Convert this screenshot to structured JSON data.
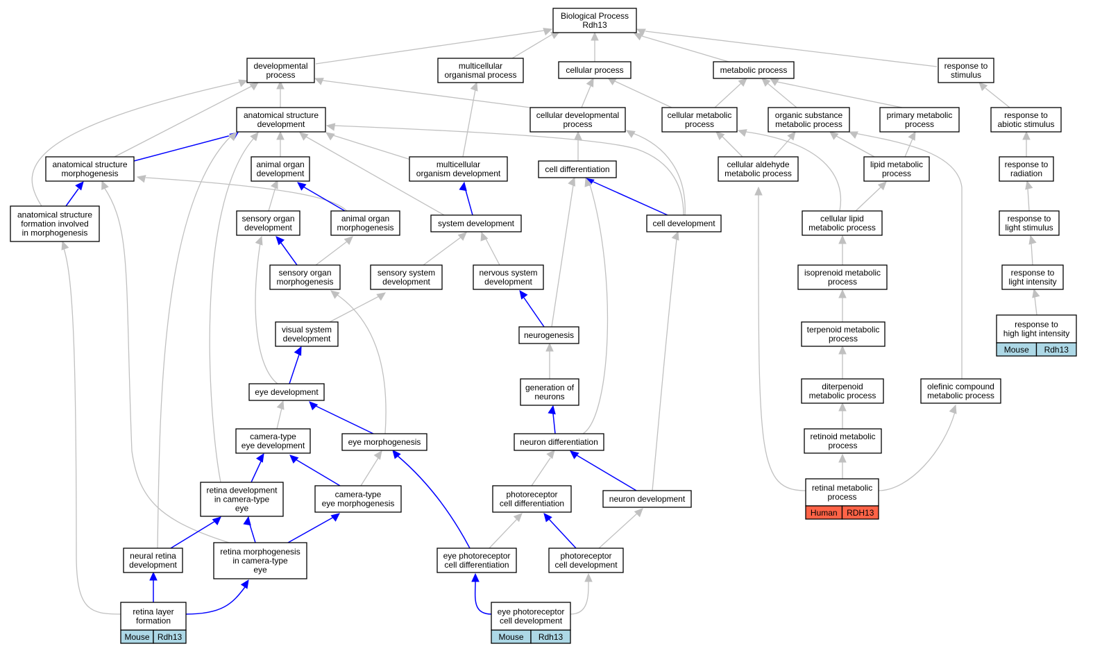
{
  "nodes": {
    "bp": [
      "Biological Process",
      "Rdh13"
    ],
    "dev_proc": [
      "developmental",
      "process"
    ],
    "multi_proc": [
      "multicellular",
      "organismal process"
    ],
    "cell_proc": [
      "cellular process"
    ],
    "metab_proc": [
      "metabolic process"
    ],
    "resp_stim": [
      "response to",
      "stimulus"
    ],
    "anat_dev": [
      "anatomical structure",
      "development"
    ],
    "cell_dev_proc": [
      "cellular developmental",
      "process"
    ],
    "cell_metab": [
      "cellular metabolic",
      "process"
    ],
    "org_sub": [
      "organic substance",
      "metabolic process"
    ],
    "prim_metab": [
      "primary metabolic",
      "process"
    ],
    "resp_abiotic": [
      "response to",
      "abiotic stimulus"
    ],
    "anat_morph": [
      "anatomical structure",
      "morphogenesis"
    ],
    "organ_dev": [
      "animal organ",
      "development"
    ],
    "multi_org_dev": [
      "multicellular",
      "organism development"
    ],
    "cell_diff": [
      "cell differentiation"
    ],
    "cell_ald": [
      "cellular aldehyde",
      "metabolic process"
    ],
    "lipid_metab": [
      "lipid metabolic",
      "process"
    ],
    "resp_rad": [
      "response to",
      "radiation"
    ],
    "anat_form": [
      "anatomical structure",
      "formation involved",
      "in morphogenesis"
    ],
    "sens_organ_dev": [
      "sensory organ",
      "development"
    ],
    "organ_morph": [
      "animal organ",
      "morphogenesis"
    ],
    "sys_dev": [
      "system development"
    ],
    "cell_development": [
      "cell development"
    ],
    "cell_lipid": [
      "cellular lipid",
      "metabolic process"
    ],
    "resp_light": [
      "response to",
      "light stimulus"
    ],
    "sens_organ_morph": [
      "sensory organ",
      "morphogenesis"
    ],
    "sens_sys_dev": [
      "sensory system",
      "development"
    ],
    "nerv_sys_dev": [
      "nervous system",
      "development"
    ],
    "isoprenoid": [
      "isoprenoid metabolic",
      "process"
    ],
    "resp_light_int": [
      "response to",
      "light intensity"
    ],
    "visual_sys_dev": [
      "visual system",
      "development"
    ],
    "neurogenesis": [
      "neurogenesis"
    ],
    "terpenoid": [
      "terpenoid metabolic",
      "process"
    ],
    "resp_high_light": [
      "response to",
      "high light intensity"
    ],
    "gen_neurons": [
      "generation of",
      "neurons"
    ],
    "eye_dev": [
      "eye development"
    ],
    "diterpenoid": [
      "diterpenoid",
      "metabolic process"
    ],
    "olefinic": [
      "olefinic compound",
      "metabolic process"
    ],
    "cam_eye_dev": [
      "camera-type",
      "eye development"
    ],
    "eye_morph": [
      "eye morphogenesis"
    ],
    "neuron_diff": [
      "neuron differentiation"
    ],
    "retinoid": [
      "retinoid metabolic",
      "process"
    ],
    "retina_dev": [
      "retina development",
      "in camera-type",
      "eye"
    ],
    "cam_eye_morph": [
      "camera-type",
      "eye morphogenesis"
    ],
    "photo_cell_diff": [
      "photoreceptor",
      "cell differentiation"
    ],
    "neuron_development": [
      "neuron development"
    ],
    "retinal_metab": [
      "retinal metabolic",
      "process"
    ],
    "neural_retina": [
      "neural retina",
      "development"
    ],
    "retina_morph": [
      "retina morphogenesis",
      "in camera-type",
      "eye"
    ],
    "eye_photo_diff": [
      "eye photoreceptor",
      "cell differentiation"
    ],
    "photo_cell_dev": [
      "photoreceptor",
      "cell development"
    ],
    "retina_layer": [
      "retina layer",
      "formation"
    ],
    "eye_photo_dev": [
      "eye photoreceptor",
      "cell development"
    ]
  },
  "badges": {
    "resp_high_light": {
      "species": "Mouse",
      "gene": "Rdh13",
      "color": "#add8e6"
    },
    "retinal_metab": {
      "species": "Human",
      "gene": "RDH13",
      "color": "#ff6347"
    },
    "retina_layer": {
      "species": "Mouse",
      "gene": "Rdh13",
      "color": "#add8e6"
    },
    "eye_photo_dev": {
      "species": "Mouse",
      "gene": "Rdh13",
      "color": "#add8e6"
    }
  },
  "colors": {
    "edge_default": "#c0c0c0",
    "edge_highlight": "#0000ff"
  }
}
